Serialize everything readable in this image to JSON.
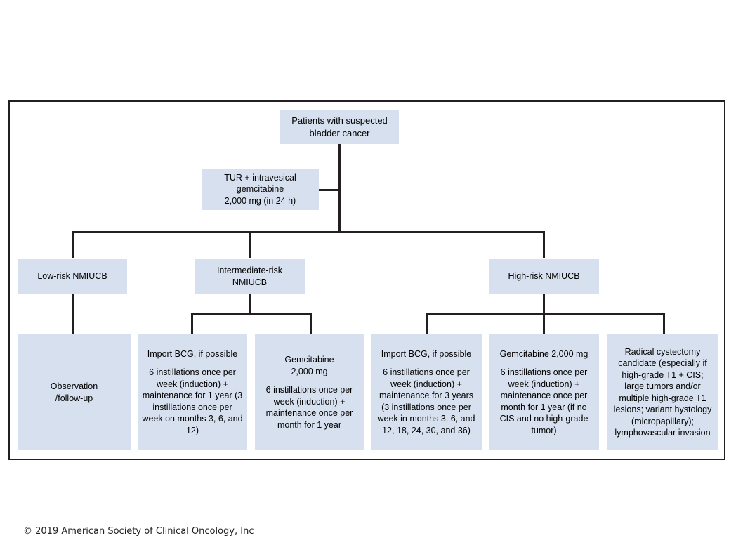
{
  "figure": {
    "credit": "© 2019 American Society of Clinical Oncology, Inc",
    "colors": {
      "box_fill": "#d7e0ee",
      "line": "#231f20",
      "frame": "#231f20",
      "background": "#ffffff",
      "text": "#000000"
    }
  },
  "nodes": {
    "root": {
      "line1": "Patients with suspected",
      "line2": "bladder cancer"
    },
    "treatment": {
      "line1": "TUR + intravesical",
      "line2": "gemcitabine",
      "line3": "2,000 mg (in 24 h)"
    },
    "low_risk": {
      "label": "Low-risk NMIUCB"
    },
    "intermediate_risk": {
      "line1": "Intermediate-risk",
      "line2": "NMIUCB"
    },
    "high_risk": {
      "label": "High-risk NMIUCB"
    },
    "observation": {
      "line1": "Observation",
      "line2": "/follow-up"
    },
    "int_bcg": {
      "heading": "Import BCG, if possible",
      "body": "6 instillations once per week (induction) + maintenance for 1 year (3 instillations once per week on months 3, 6, and 12)"
    },
    "int_gem": {
      "heading1": "Gemcitabine",
      "heading2": "2,000 mg",
      "body": "6 instillations once per week (induction) + maintenance once per month for 1 year"
    },
    "high_bcg": {
      "heading": "Import BCG, if possible",
      "body": "6 instillations once per week (induction) + maintenance for 3 years (3 instillations once per week in months 3, 6, and 12, 18, 24, 30, and 36)"
    },
    "high_gem": {
      "heading": "Gemcitabine 2,000 mg",
      "body": "6 instillations once per week (induction) + maintenance once per month for 1 year (if no CIS and no high-grade tumor)"
    },
    "cystectomy": {
      "body": "Radical cystectomy candidate (especially if high-grade T1 + CIS; large tumors and/or multiple high-grade T1 lesions; variant hystology (micropapillary); lymphovascular invasion"
    }
  }
}
